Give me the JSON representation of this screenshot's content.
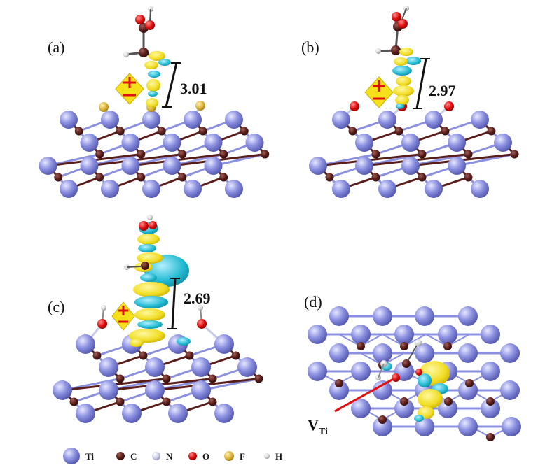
{
  "panels": [
    {
      "label": "(a)",
      "distance": "3.01",
      "terminal_atom": "F"
    },
    {
      "label": "(b)",
      "distance": "2.97",
      "terminal_atom": "O"
    },
    {
      "label": "(c)",
      "distance": "2.69",
      "terminal_atom": "OH"
    },
    {
      "label": "(d)",
      "vacancy_main": "V",
      "vacancy_sub": "Ti"
    }
  ],
  "legend": [
    {
      "symbol": "Ti",
      "color": "#8a8fe0"
    },
    {
      "symbol": "C",
      "color": "#5a1e1a"
    },
    {
      "symbol": "N",
      "color": "#c8cbe6"
    },
    {
      "symbol": "O",
      "color": "#e01010"
    },
    {
      "symbol": "F",
      "color": "#e0b840"
    },
    {
      "symbol": "H",
      "color": "#d0d0d0"
    }
  ],
  "colors": {
    "density_positive": "#f0dc20",
    "density_negative": "#20b8d0",
    "vacancy_marker": "#e01010",
    "dipole_sign": "#e01010"
  }
}
